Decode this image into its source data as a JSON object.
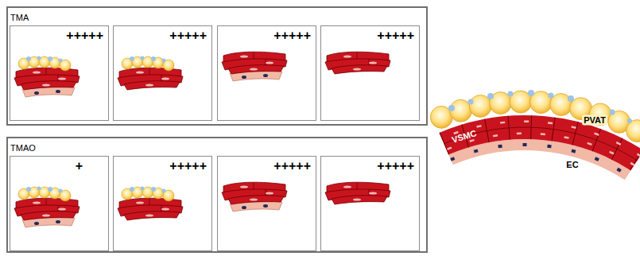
{
  "diagram": {
    "nodes": [
      {
        "text": [
          "TMA"
        ]
      },
      {
        "text": [
          "+++++"
        ],
        "in": 0
      },
      {
        "text": [
          "+++++"
        ],
        "in": 0
      },
      {
        "text": [
          "+++++"
        ],
        "in": 0
      },
      {
        "text": [
          "+++++"
        ],
        "in": 0
      },
      {
        "text": [
          "TMAO"
        ]
      },
      {
        "text": [
          "+"
        ],
        "in": 5
      },
      {
        "text": [
          "+++++"
        ],
        "in": 5
      },
      {
        "text": [
          "+++++"
        ],
        "in": 5
      },
      {
        "text": [
          "+++++"
        ],
        "in": 5
      }
    ],
    "labels": [
      "PVAT",
      "VSMC",
      "EC"
    ]
  }
}
